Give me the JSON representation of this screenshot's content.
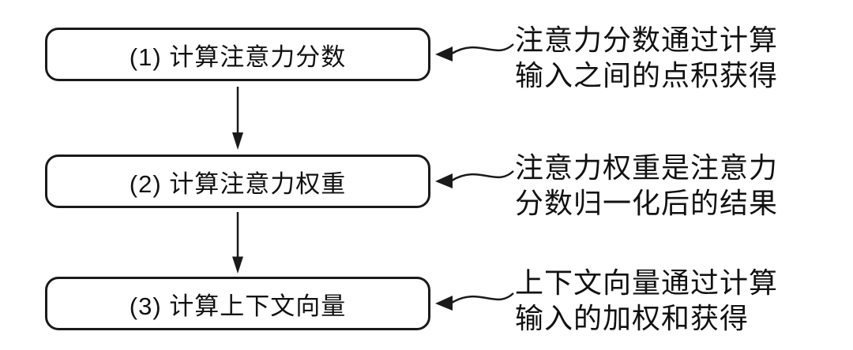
{
  "diagram": {
    "steps": [
      {
        "label": "(1) 计算注意力分数"
      },
      {
        "label": "(2) 计算注意力权重"
      },
      {
        "label": "(3) 计算上下文向量"
      }
    ],
    "annotations": [
      {
        "line1": "注意力分数通过计算",
        "line2": "输入之间的点积获得"
      },
      {
        "line1": "注意力权重是注意力",
        "line2": "分数归一化后的结果"
      },
      {
        "line1": "上下文向量通过计算",
        "line2": "输入的加权和获得"
      }
    ],
    "colors": {
      "stroke": "#1a1a1a",
      "text": "#111111",
      "background": "#ffffff"
    }
  }
}
